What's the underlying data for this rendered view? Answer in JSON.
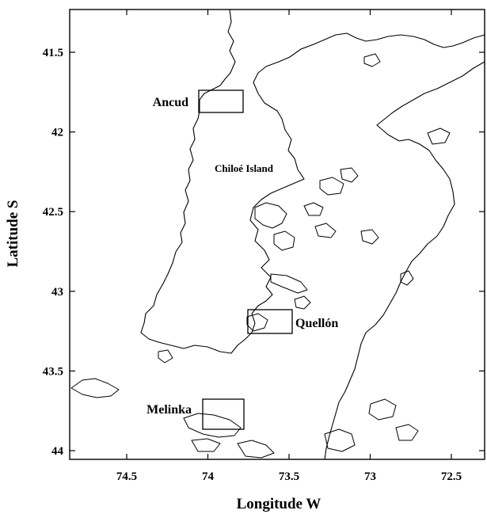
{
  "map": {
    "x_axis": {
      "title": "Longitude W",
      "ticks": [
        {
          "value": 74.5,
          "label": "74.5"
        },
        {
          "value": 74.0,
          "label": "74"
        },
        {
          "value": 73.5,
          "label": "73.5"
        },
        {
          "value": 73.0,
          "label": "73"
        },
        {
          "value": 72.5,
          "label": "72.5"
        }
      ]
    },
    "y_axis": {
      "title": "Latitude S",
      "ticks": [
        {
          "value": 41.5,
          "label": "41.5"
        },
        {
          "value": 42.0,
          "label": "42"
        },
        {
          "value": 42.5,
          "label": "42.5"
        },
        {
          "value": 43.0,
          "label": "43"
        },
        {
          "value": 43.5,
          "label": "43.5"
        },
        {
          "value": 44.0,
          "label": "44"
        }
      ]
    },
    "region_label": "Chiloé Island",
    "sites": [
      {
        "name": "Ancud"
      },
      {
        "name": "Quellón"
      },
      {
        "name": "Melinka"
      }
    ]
  }
}
